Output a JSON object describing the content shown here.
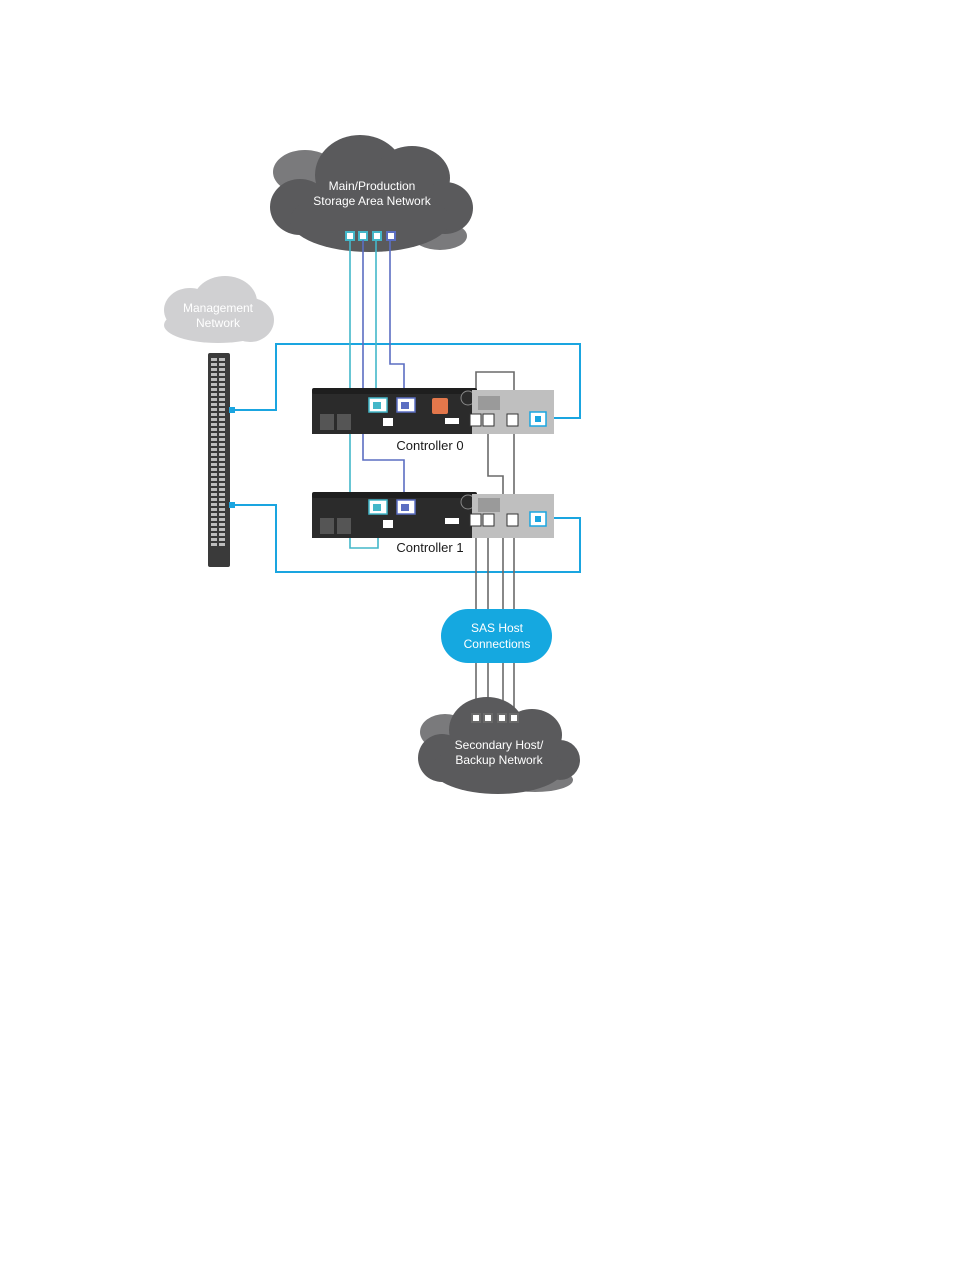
{
  "clouds": {
    "main_san": {
      "line1": "Main/Production",
      "line2": "Storage Area Network"
    },
    "management": {
      "line1": "Management",
      "line2": "Network"
    },
    "sas_host": {
      "line1": "SAS Host",
      "line2": "Connections"
    },
    "secondary": {
      "line1": "Secondary Host/",
      "line2": "Backup Network"
    }
  },
  "controllers": [
    {
      "label": "Controller 0"
    },
    {
      "label": "Controller 1"
    }
  ],
  "colors": {
    "cloud_dark": "#5a5a5c",
    "cloud_mid": "#7a7a7c",
    "cloud_light": "#d0d0d2",
    "accent_cyan": "#1aa5e0",
    "sas_blue": "#15a8e0",
    "cable_teal": "#43b7c9",
    "cable_purple": "#5b6ec2",
    "cable_gray": "#6a6a6a",
    "chassis": "#2b2b2b",
    "panel_gray": "#bfbfbf"
  },
  "icons": {
    "switch": "rack-switch-icon",
    "controller": "storage-controller-icon",
    "port": "network-port-icon"
  }
}
